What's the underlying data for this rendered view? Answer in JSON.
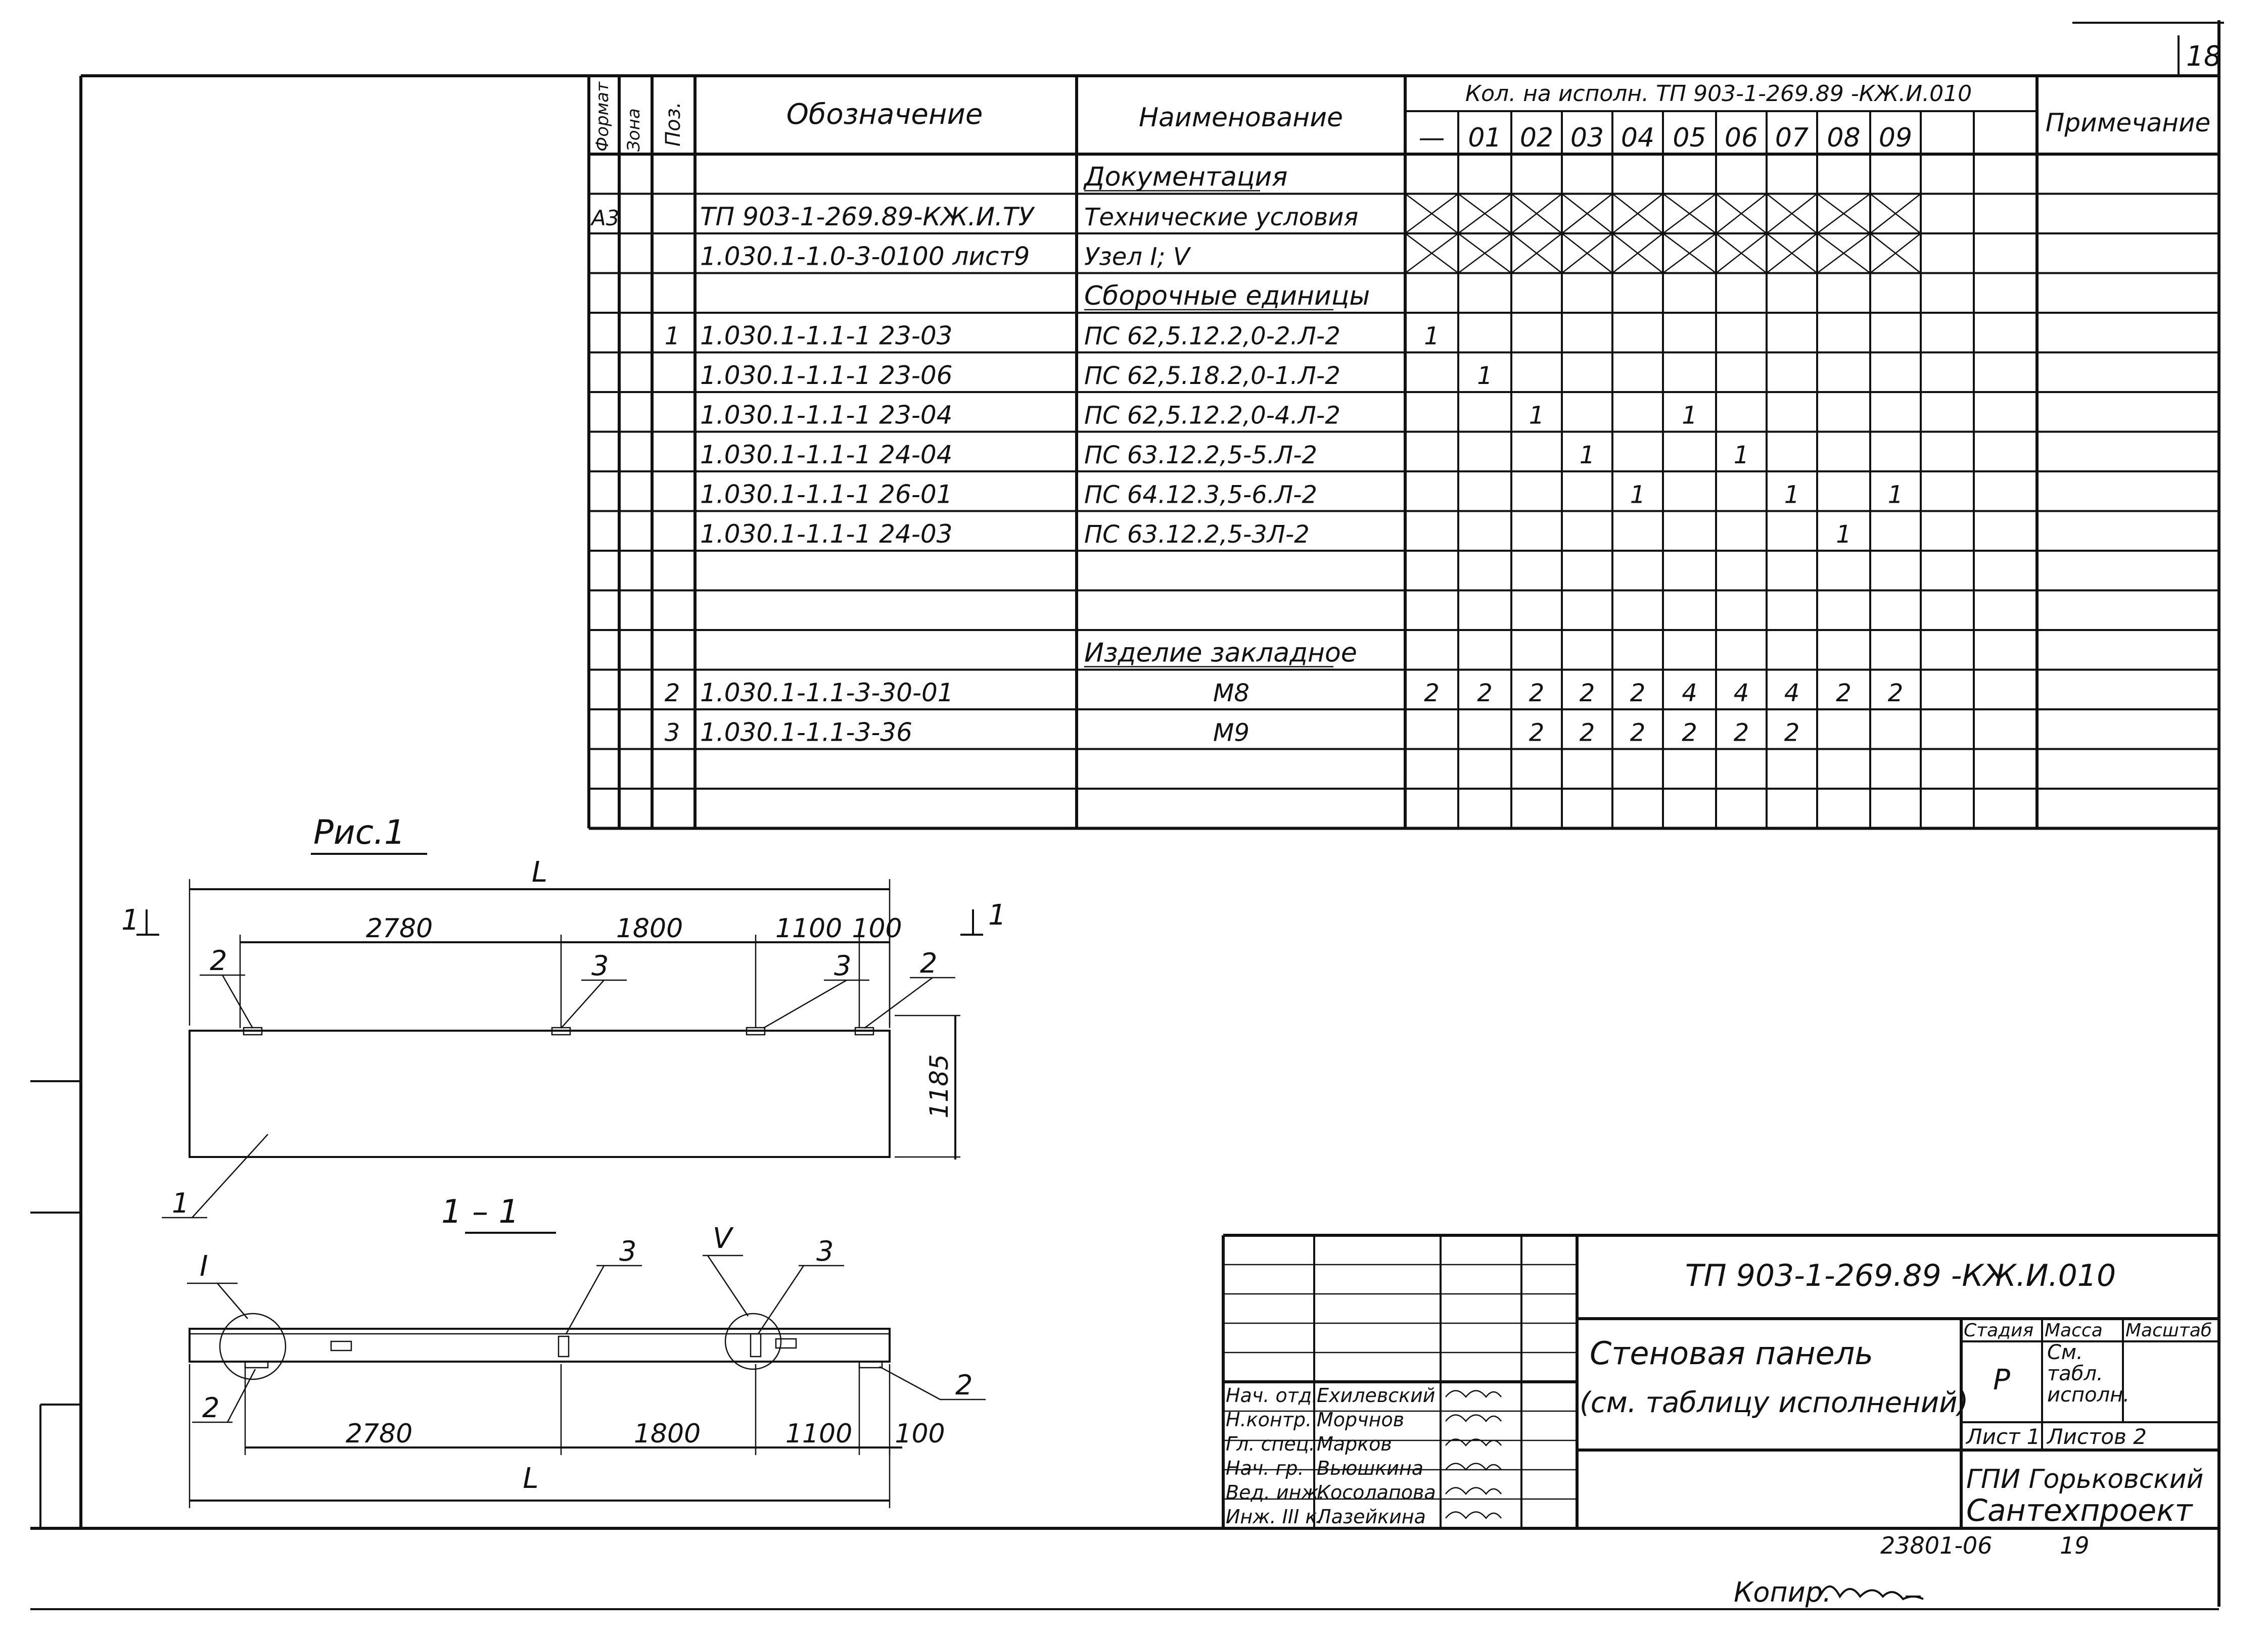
{
  "sheet_number": "18",
  "spec_table": {
    "headers": {
      "format": "Формат",
      "zone": "Зона",
      "pos": "Поз.",
      "designation": "Обозначение",
      "name": "Наименование",
      "qty_group": "Кол. на исполн. ТП 903-1-269.89 -КЖ.И.010",
      "note": "Примечание"
    },
    "variants": [
      "—",
      "01",
      "02",
      "03",
      "04",
      "05",
      "06",
      "07",
      "08",
      "09"
    ],
    "rows": [
      {
        "format": "",
        "pos": "",
        "designation": "",
        "name": "Документация",
        "qty": [],
        "section": true
      },
      {
        "format": "А3",
        "pos": "",
        "designation": "ТП 903-1-269.89-КЖ.И.ТУ",
        "name": "Технические условия",
        "qty": [],
        "crossed": true
      },
      {
        "format": "",
        "pos": "",
        "designation": "1.030.1-1.0-3-0100 лист9",
        "name": "Узел I; V",
        "qty": [],
        "crossed": true
      },
      {
        "format": "",
        "pos": "",
        "designation": "",
        "name": "Сборочные единицы",
        "qty": [],
        "section": true
      },
      {
        "format": "",
        "pos": "1",
        "designation": "1.030.1-1.1-1 23-03",
        "name": "ПС 62,5.12.2,0-2.Л-2",
        "qty": [
          "1",
          "",
          "",
          "",
          "",
          "",
          "",
          "",
          "",
          ""
        ]
      },
      {
        "format": "",
        "pos": "",
        "designation": "1.030.1-1.1-1 23-06",
        "name": "ПС 62,5.18.2,0-1.Л-2",
        "qty": [
          "",
          "1",
          "",
          "",
          "",
          "",
          "",
          "",
          "",
          ""
        ]
      },
      {
        "format": "",
        "pos": "",
        "designation": "1.030.1-1.1-1 23-04",
        "name": "ПС 62,5.12.2,0-4.Л-2",
        "qty": [
          "",
          "",
          "1",
          "",
          "",
          "1",
          "",
          "",
          "",
          ""
        ]
      },
      {
        "format": "",
        "pos": "",
        "designation": "1.030.1-1.1-1 24-04",
        "name": "ПС 63.12.2,5-5.Л-2",
        "qty": [
          "",
          "",
          "",
          "1",
          "",
          "",
          "1",
          "",
          "",
          ""
        ]
      },
      {
        "format": "",
        "pos": "",
        "designation": "1.030.1-1.1-1 26-01",
        "name": "ПС 64.12.3,5-6.Л-2",
        "qty": [
          "",
          "",
          "",
          "",
          "1",
          "",
          "",
          "1",
          "",
          "1"
        ]
      },
      {
        "format": "",
        "pos": "",
        "designation": "1.030.1-1.1-1 24-03",
        "name": "ПС 63.12.2,5-3Л-2",
        "qty": [
          "",
          "",
          "",
          "",
          "",
          "",
          "",
          "",
          "1",
          ""
        ]
      },
      {
        "format": "",
        "pos": "",
        "designation": "",
        "name": "",
        "qty": []
      },
      {
        "format": "",
        "pos": "",
        "designation": "",
        "name": "",
        "qty": []
      },
      {
        "format": "",
        "pos": "",
        "designation": "",
        "name": "Изделие закладное",
        "qty": [],
        "section": true
      },
      {
        "format": "",
        "pos": "2",
        "designation": "1.030.1-1.1-3-30-01",
        "name": "М8",
        "qty": [
          "2",
          "2",
          "2",
          "2",
          "2",
          "4",
          "4",
          "4",
          "2",
          "2"
        ]
      },
      {
        "format": "",
        "pos": "3",
        "designation": "1.030.1-1.1-3-36",
        "name": "М9",
        "qty": [
          "",
          "",
          "2",
          "2",
          "2",
          "2",
          "2",
          "2",
          "",
          ""
        ]
      },
      {
        "format": "",
        "pos": "",
        "designation": "",
        "name": "",
        "qty": []
      },
      {
        "format": "",
        "pos": "",
        "designation": "",
        "name": "",
        "qty": []
      }
    ]
  },
  "fig1": {
    "title": "Рис.1",
    "length_label": "L",
    "dims": [
      "2780",
      "1800",
      "1100",
      "100"
    ],
    "height": "1185",
    "callouts": [
      "2",
      "3",
      "3",
      "2",
      "1"
    ],
    "section_mark": "1"
  },
  "section11": {
    "title": "1 – 1",
    "node_labels": [
      "I",
      "V"
    ],
    "callouts": [
      "3",
      "3",
      "2",
      "2"
    ],
    "dims": [
      "2780",
      "1800",
      "1100",
      "100"
    ],
    "length_label": "L"
  },
  "title_block": {
    "doc_code": "ТП 903-1-269.89 -КЖ.И.010",
    "title_line1": "Стеновая панель",
    "title_line2": "(см. таблицу исполнений)",
    "stage_header": "Стадия",
    "mass_header": "Масса",
    "scale_header": "Масштаб",
    "stage": "Р",
    "mass": "См. табл. исполн.",
    "sheet": "Лист 1",
    "sheets": "Листов 2",
    "org_line1": "ГПИ Горьковский",
    "org_line2": "Сантехпроект",
    "staff": [
      {
        "role": "Нач. отд.",
        "name": "Ехилевский"
      },
      {
        "role": "Н.контр.",
        "name": "Морчнов"
      },
      {
        "role": "Гл. спец.",
        "name": "Марков"
      },
      {
        "role": "Нач. гр.",
        "name": "Вьюшкина"
      },
      {
        "role": "Вед. инж.",
        "name": "Косолапова"
      },
      {
        "role": "Инж. III к.",
        "name": "Лазейкина"
      }
    ]
  },
  "footer": {
    "inventory": "23801-06",
    "page": "19",
    "copy": "Копир."
  }
}
